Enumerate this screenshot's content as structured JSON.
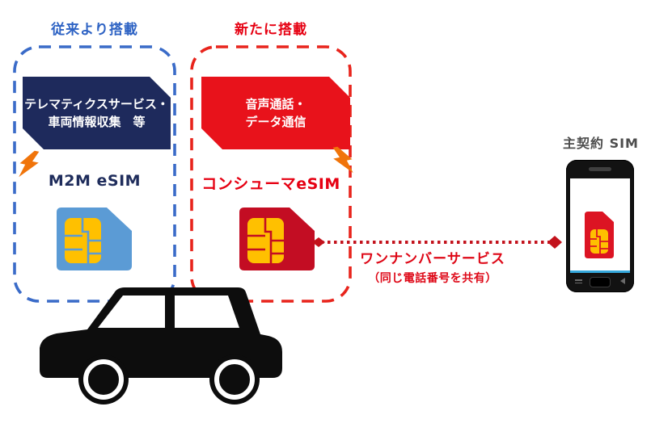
{
  "colors": {
    "header_blue": "#2E63C4",
    "navy_box": "#1E2A5C",
    "header_red": "#E60012",
    "red_box": "#E8121B",
    "sim_blue": "#5B9BD5",
    "sim_red": "#C30D23",
    "chip_gold": "#FFC000",
    "bolt_orange": "#F0740A",
    "arrow_red": "#C3121C",
    "phone_label_gray": "#4D4D4D"
  },
  "left_group": {
    "header": "従来より搭載",
    "service_line1": "テレマティクスサービス・",
    "service_line2": "車両情報収集　等",
    "sim_label": "M2M eSIM"
  },
  "right_group": {
    "header": "新たに搭載",
    "service_line1": "音声通話・",
    "service_line2": "データ通信",
    "sim_label": "コンシューマeSIM"
  },
  "connection": {
    "line1": "ワンナンバーサービス",
    "line2": "（同じ電話番号を共有）"
  },
  "phone": {
    "label": "主契約 SIM"
  }
}
